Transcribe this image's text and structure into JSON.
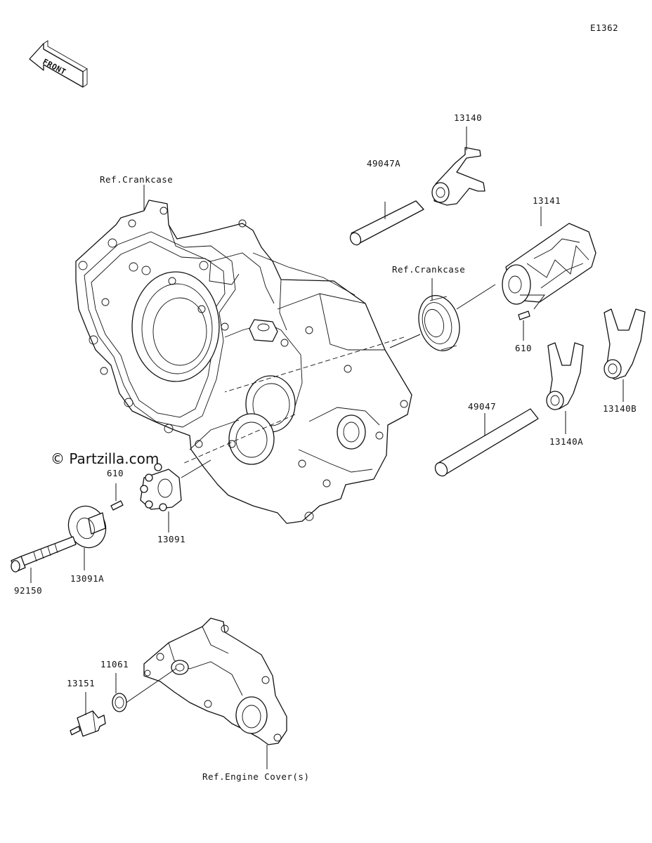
{
  "diagram_code": "E1362",
  "front_label": "FRONT",
  "watermark": "© Partzilla.com",
  "labels": {
    "ref_crankcase_1": "Ref.Crankcase",
    "ref_crankcase_2": "Ref.Crankcase",
    "ref_engine_cover": "Ref.Engine Cover(s)",
    "p13140": "13140",
    "p49047A": "49047A",
    "p13141": "13141",
    "p610_right": "610",
    "p49047": "49047",
    "p13140A": "13140A",
    "p13140B": "13140B",
    "p610_left": "610",
    "p13091": "13091",
    "p13091A": "13091A",
    "p92150": "92150",
    "p11061": "11061",
    "p13151": "13151"
  }
}
